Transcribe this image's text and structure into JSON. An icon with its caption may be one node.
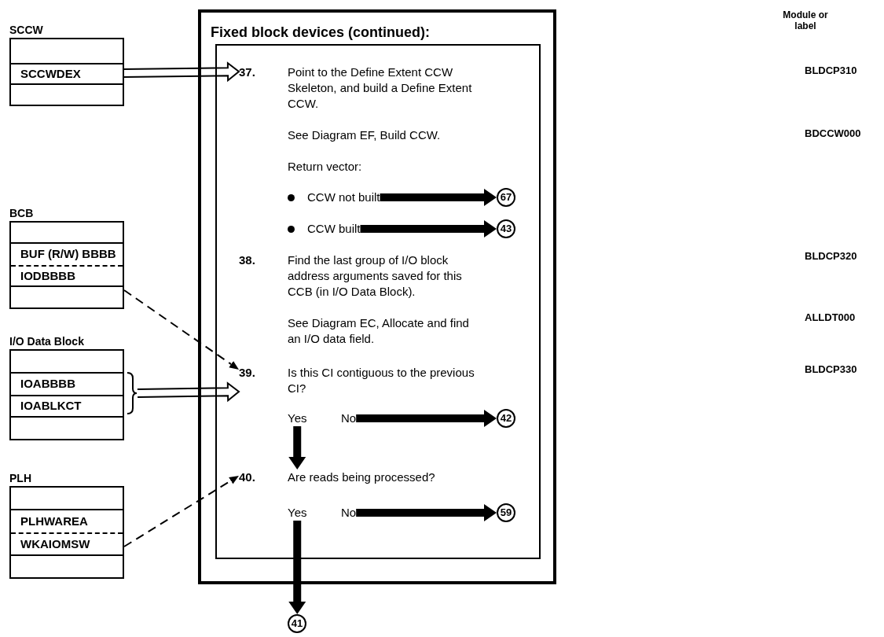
{
  "diagram": {
    "nodes": [
      {
        "text": [
          "SCCW"
        ]
      },
      {
        "text": [
          "SCCWDEX"
        ],
        "in": 0
      },
      {
        "text": [
          "BCB"
        ]
      },
      {
        "text": [
          "BUF (R/W) BBBB"
        ],
        "in": 2
      },
      {
        "text": [
          "IODBBBB"
        ],
        "in": 2
      },
      {
        "text": [
          "I/O Data Block"
        ]
      },
      {
        "text": [
          "IOABBBB"
        ],
        "in": 5
      },
      {
        "text": [
          "IOABLKCT"
        ],
        "in": 5
      },
      {
        "text": [
          "PLH"
        ]
      },
      {
        "text": [
          "PLHWAREA"
        ],
        "in": 8
      },
      {
        "text": [
          "WKAIOMSW"
        ],
        "in": 8
      },
      {
        "text": [
          "Fixed block devices (continued):"
        ]
      },
      {
        "text": [
          "37.",
          "Point to the Define Extent CCW Skeleton, and build a Define Extent CCW.",
          "See Diagram EF, Build CCW.",
          "Return vector:"
        ],
        "in": 11
      },
      {
        "text": [
          "CCW not built"
        ],
        "in": 11
      },
      {
        "text": [
          "CCW built"
        ],
        "in": 11
      },
      {
        "text": [
          "38.",
          "Find the last group of I/O block address arguments saved for this CCB (in I/O Data Block).",
          "See Diagram EC, Allocate and find an I/O data field."
        ],
        "in": 11
      },
      {
        "text": [
          "39.",
          "Is this CI contiguous to the previous CI?"
        ],
        "in": 11
      },
      {
        "text": [
          "Yes"
        ],
        "in": 11
      },
      {
        "text": [
          "No"
        ],
        "in": 11
      },
      {
        "text": [
          "40.",
          "Are reads being processed?"
        ],
        "in": 11
      },
      {
        "text": [
          "Yes"
        ],
        "in": 11
      },
      {
        "text": [
          "No"
        ],
        "in": 11
      },
      {
        "text": [
          "67"
        ],
        "in": 11
      },
      {
        "text": [
          "43"
        ],
        "in": 11
      },
      {
        "text": [
          "42"
        ],
        "in": 11
      },
      {
        "text": [
          "59"
        ],
        "in": 11
      },
      {
        "text": [
          "41"
        ]
      },
      {
        "text": [],
        "shape": "brace"
      }
    ],
    "edges": [
      {
        "from": 1,
        "to": 12,
        "arrow": "to",
        "style": "thick"
      },
      {
        "from": 27,
        "to": 16,
        "arrow": "to",
        "style": "thick"
      },
      {
        "from": 4,
        "to": 16,
        "arrow": "to",
        "style": "dashed"
      },
      {
        "from": 10,
        "to": 19,
        "arrow": "to",
        "style": "dashed"
      },
      {
        "from": 13,
        "to": 22,
        "arrow": "to"
      },
      {
        "from": 14,
        "to": 23,
        "arrow": "to"
      },
      {
        "from": 18,
        "to": 24,
        "arrow": "to"
      },
      {
        "from": 17,
        "to": 19,
        "arrow": "to"
      },
      {
        "from": 21,
        "to": 25,
        "arrow": "to"
      },
      {
        "from": 20,
        "to": 26,
        "arrow": "to"
      }
    ],
    "labels": [
      "Module or label",
      "BLDCP310",
      "BDCCW000",
      "BLDCP320",
      "ALLDT000",
      "BLDCP330"
    ]
  }
}
